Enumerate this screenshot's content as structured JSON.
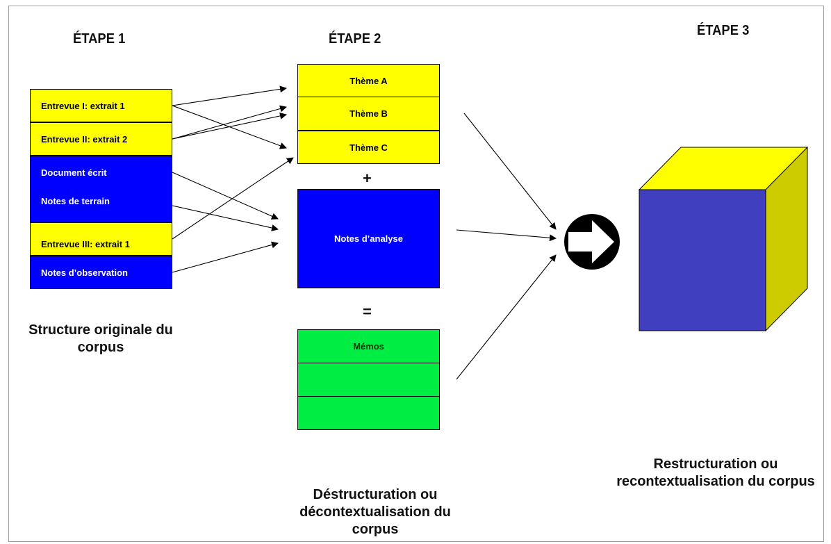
{
  "headers": {
    "step1": "ÉTAPE 1",
    "step2": "ÉTAPE 2",
    "step3": "ÉTAPE 3"
  },
  "corpus": [
    {
      "label": "Entrevue I: extrait 1",
      "color": "#ffff00"
    },
    {
      "label": "Entrevue II: extrait 2",
      "color": "#ffff00"
    },
    {
      "label": "Document écrit",
      "color": "#0000ff"
    },
    {
      "label": "Notes de terrain",
      "color": "#0000ff"
    },
    {
      "label": "Entrevue III: extrait 1",
      "color": "#ffff00"
    },
    {
      "label": "Notes d’observation",
      "color": "#0000ff"
    }
  ],
  "themes": [
    "Thème A",
    "Thème B",
    "Thème C"
  ],
  "plus_sign": "+",
  "analysis_notes": "Notes d’analyse",
  "equals_sign": "=",
  "memos": [
    "Mémos",
    "",
    ""
  ],
  "captions": {
    "step1": "Structure originale du corpus",
    "step2": "Déstructuration ou décontextualisation du corpus",
    "step3": "Restructuration ou recontextualisation du corpus"
  },
  "colors": {
    "yellow": "#ffff00",
    "blue": "#0000ff",
    "green": "#00ee44",
    "cube_front": "#3f3fc0",
    "cube_side": "#cccc00"
  }
}
